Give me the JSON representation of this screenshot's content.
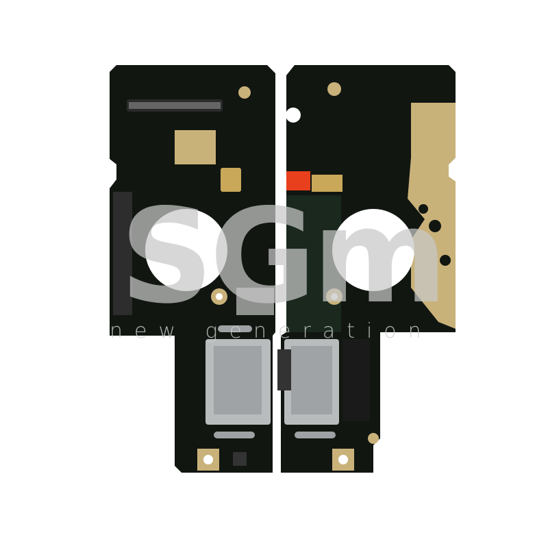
{
  "image": {
    "subject": "pcb-charging-board-front-and-back",
    "colors": {
      "pcb": "#111611",
      "pcb_green": "#1c2a20",
      "gold": "#c9b27a",
      "metal": "#b9bcbd",
      "background": "#ffffff",
      "accent_tape": "#e8401c"
    }
  },
  "watermark": {
    "logo": "SGm",
    "tagline": "new generation"
  }
}
